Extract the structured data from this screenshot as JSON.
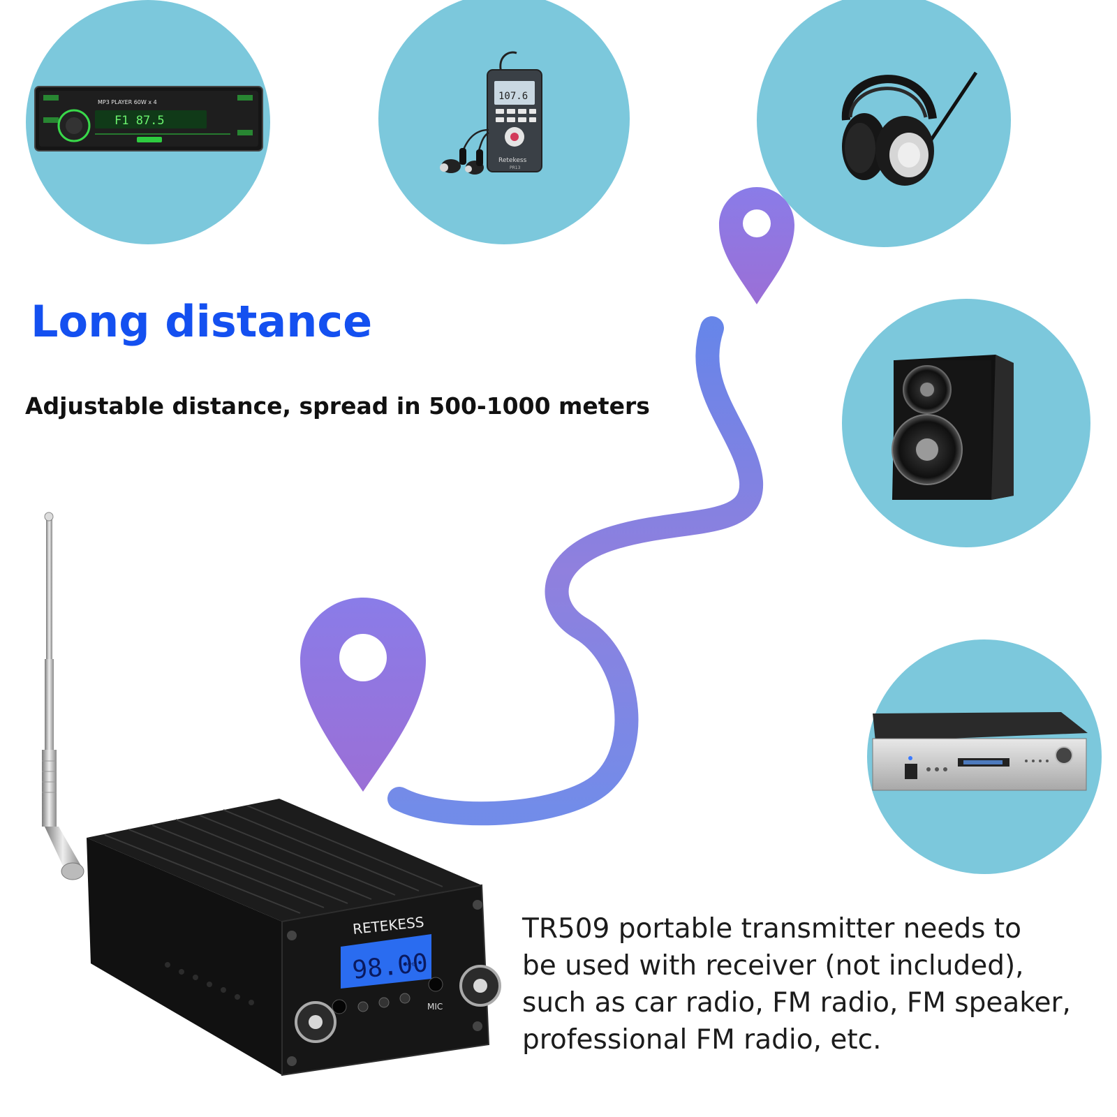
{
  "headline": "Long distance",
  "subline": "Adjustable distance, spread in 500-1000 meters",
  "description_lines": [
    "TR509 portable transmitter needs to",
    "be used with receiver (not included),",
    "such as car radio, FM radio, FM speaker,",
    "professional FM radio, etc."
  ],
  "colors": {
    "headline": "#1450f0",
    "circle": "#7cc8dc",
    "pin_top": "#8a78e6",
    "pin_bottom": "#9a70d6",
    "path": "#7a7ee0",
    "device_body": "#1a1a1a",
    "lcd": "#2a6cf0"
  },
  "products": {
    "car_stereo": {
      "label": "MP3 PLAYER 60W x 4",
      "display": "F1  87.5"
    },
    "pocket_radio": {
      "brand": "Retekess",
      "model": "PR13",
      "display": "107.6"
    },
    "transmitter": {
      "brand": "RETEKESS",
      "frequency": "98.00",
      "freq_unit": "MHz",
      "mic_label": "MIC"
    }
  }
}
